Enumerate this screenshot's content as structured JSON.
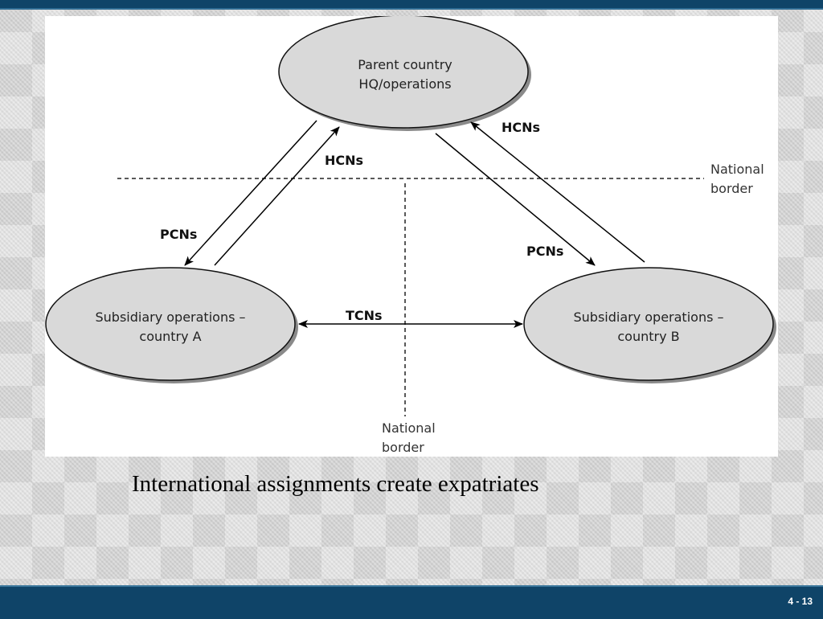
{
  "slide": {
    "caption": "International assignments create expatriates",
    "page_number": "4 - 13",
    "colors": {
      "bar": "#0f4468",
      "node_fill": "#d9d9d9"
    }
  },
  "diagram": {
    "nodes": {
      "parent": {
        "line1": "Parent country",
        "line2": "HQ/operations"
      },
      "sub_a": {
        "line1": "Subsidiary operations –",
        "line2": "country A"
      },
      "sub_b": {
        "line1": "Subsidiary operations –",
        "line2": "country B"
      }
    },
    "edges": {
      "hcns_a": "HCNs",
      "pcns_a": "PCNs",
      "hcns_b": "HCNs",
      "pcns_b": "PCNs",
      "tcns": "TCNs"
    },
    "borders": {
      "horizontal": {
        "line1": "National",
        "line2": "border"
      },
      "vertical": {
        "line1": "National",
        "line2": "border"
      }
    }
  }
}
